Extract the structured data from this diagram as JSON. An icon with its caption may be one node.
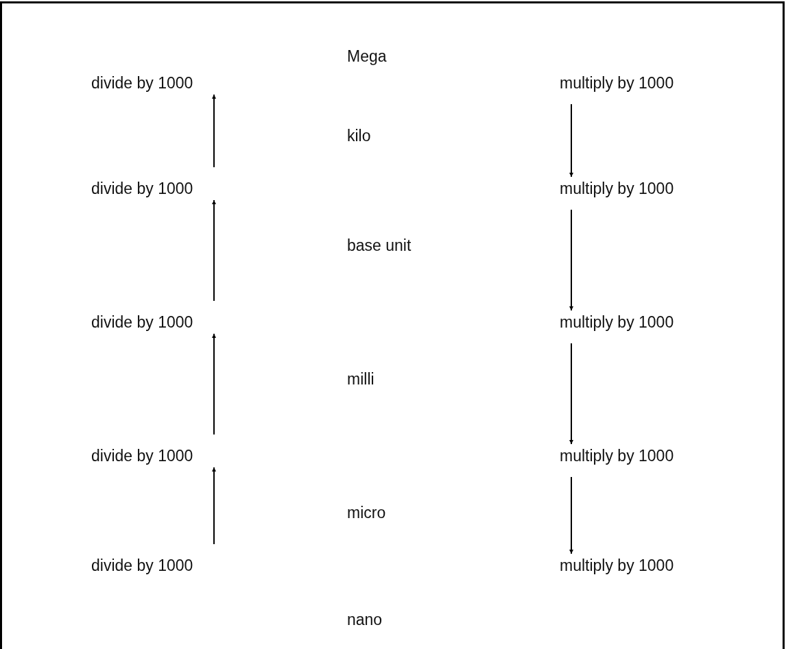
{
  "diagram": {
    "nodes": [
      {
        "text": [
          "divide by 1000"
        ]
      },
      {
        "text": [
          "multiply by 1000"
        ]
      },
      {
        "text": [
          "divide by 1000"
        ]
      },
      {
        "text": [
          "multiply by 1000"
        ]
      },
      {
        "text": [
          "divide by 1000"
        ]
      },
      {
        "text": [
          "multiply by 1000"
        ]
      },
      {
        "text": [
          "divide by 1000"
        ]
      },
      {
        "text": [
          "multiply by 1000"
        ]
      },
      {
        "text": [
          "divide by 1000"
        ]
      },
      {
        "text": [
          "multiply by 1000"
        ]
      }
    ],
    "edges": [
      {
        "from": 2,
        "to": 0,
        "arrow": "to"
      },
      {
        "from": 4,
        "to": 2,
        "arrow": "to"
      },
      {
        "from": 6,
        "to": 4,
        "arrow": "to"
      },
      {
        "from": 8,
        "to": 6,
        "arrow": "to"
      },
      {
        "from": 1,
        "to": 3,
        "arrow": "to"
      },
      {
        "from": 3,
        "to": 5,
        "arrow": "to"
      },
      {
        "from": 5,
        "to": 7,
        "arrow": "to"
      },
      {
        "from": 7,
        "to": 9,
        "arrow": "to"
      }
    ],
    "labels": [
      "Mega",
      "kilo",
      "base unit",
      "milli",
      "micro",
      "nano"
    ]
  }
}
